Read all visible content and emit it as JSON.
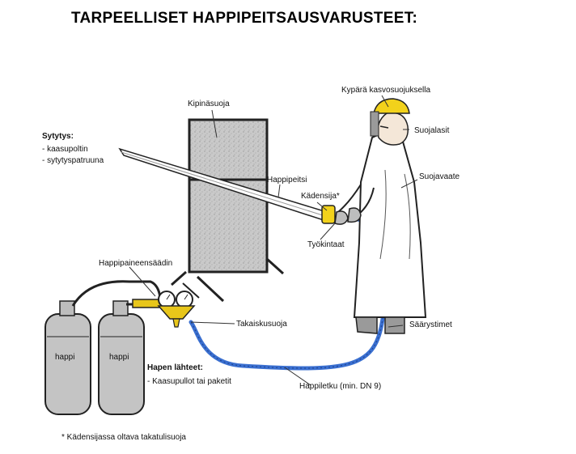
{
  "title": "TARPEELLISET HAPPIPEITSAUSVARUSTEET:",
  "ignition": {
    "heading": "Sytytys:",
    "items": [
      "- kaasupoltin",
      "- sytytyspatruuna"
    ]
  },
  "oxygen_sources": {
    "heading": "Hapen lähteet:",
    "items": [
      "- Kaasupullot tai paketit"
    ]
  },
  "labels": {
    "helmet": "Kypärä kasvosuojuksella",
    "spark_shield": "Kipinäsuoja",
    "goggles": "Suojalasit",
    "protective_suit": "Suojavaate",
    "oxygen_lance": "Happipeitsi",
    "handle": "Kädensija*",
    "work_gloves": "Työkintaat",
    "regulator": "Happipaineensäädin",
    "flashback_arrestor": "Takaiskusuoja",
    "leg_guards": "Säärystimet",
    "oxygen_hose": "Happiletku (min. DN 9)"
  },
  "cylinders": [
    "happi",
    "happi"
  ],
  "footnote": "* Kädensijassa oltava takatulisuoja",
  "colors": {
    "hose": "#3a6fd0",
    "helmet": "#f2d21b",
    "handle": "#f2d21b",
    "regulator": "#e8c61a",
    "screen_fill": "#c4c4c4"
  }
}
